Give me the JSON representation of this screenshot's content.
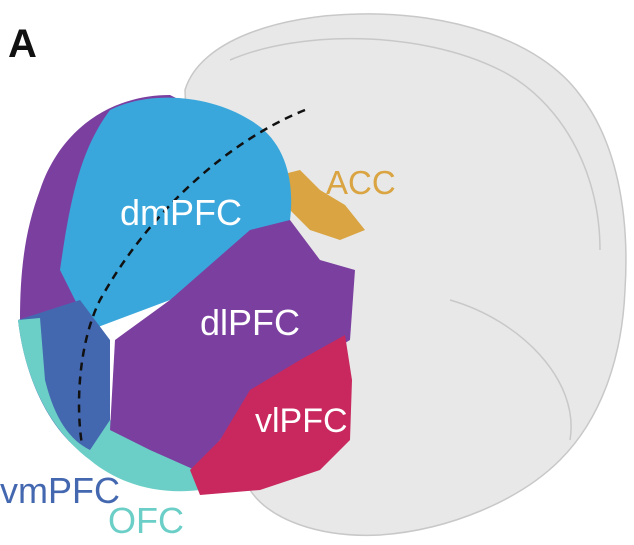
{
  "panel_label": "A",
  "regions": [
    {
      "id": "dmPFC",
      "label": "dmPFC",
      "color": "#3aa7dc"
    },
    {
      "id": "dlPFC",
      "label": "dlPFC",
      "color": "#7b3fa0"
    },
    {
      "id": "vlPFC",
      "label": "vlPFC",
      "color": "#c8285e"
    },
    {
      "id": "vmPFC",
      "label": "vmPFC",
      "color": "#4468b0"
    },
    {
      "id": "OFC",
      "label": "OFC",
      "color": "#6ccfc7"
    },
    {
      "id": "ACC",
      "label": "ACC",
      "color": "#d9a441"
    }
  ],
  "brain_color": "#dcdcdc"
}
